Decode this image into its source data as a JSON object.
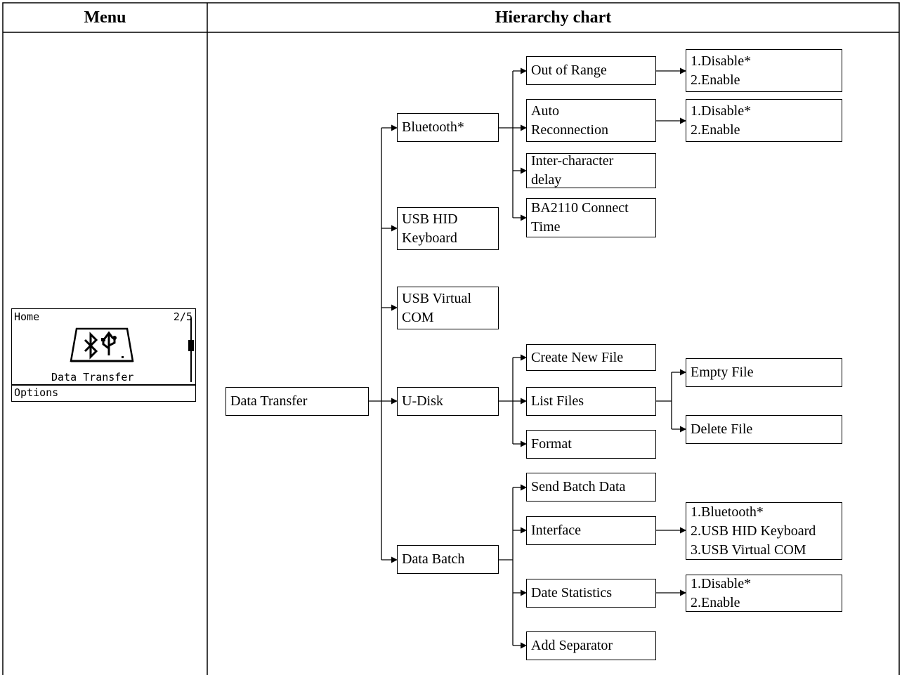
{
  "header": {
    "menu": "Menu",
    "hierarchy": "Hierarchy chart"
  },
  "device": {
    "home": "Home",
    "page": "2/5",
    "title": "Data Transfer",
    "softkey": "Options",
    "icon": "bluetooth-usb-drive-icon"
  },
  "tree": {
    "root": [
      "Data Transfer"
    ],
    "bluetooth": [
      "Bluetooth*"
    ],
    "usb_hid": [
      "USB HID",
      "Keyboard"
    ],
    "usb_vcom": [
      "USB Virtual",
      "COM"
    ],
    "udisk": [
      "U-Disk"
    ],
    "data_batch": [
      "Data Batch"
    ],
    "out_of_range": [
      "Out of Range"
    ],
    "out_of_range_opts": [
      "1.Disable*",
      "2.Enable"
    ],
    "auto_reconnection": [
      "Auto",
      "Reconnection"
    ],
    "auto_reconnection_opts": [
      "1.Disable*",
      "2.Enable"
    ],
    "inter_char_delay": [
      "Inter-character",
      "delay"
    ],
    "ba2110": [
      "BA2110 Connect",
      "Time"
    ],
    "create_new_file": [
      "Create New File"
    ],
    "list_files": [
      "List Files"
    ],
    "format": [
      "Format"
    ],
    "empty_file": [
      "Empty File"
    ],
    "delete_file": [
      "Delete File"
    ],
    "send_batch_data": [
      "Send Batch Data"
    ],
    "interface": [
      "Interface"
    ],
    "interface_opts": [
      "1.Bluetooth*",
      "2.USB HID Keyboard",
      "3.USB Virtual COM"
    ],
    "date_statistics": [
      "Date Statistics"
    ],
    "date_statistics_opts": [
      "1.Disable*",
      "2.Enable"
    ],
    "add_separator": [
      "Add Separator"
    ]
  }
}
